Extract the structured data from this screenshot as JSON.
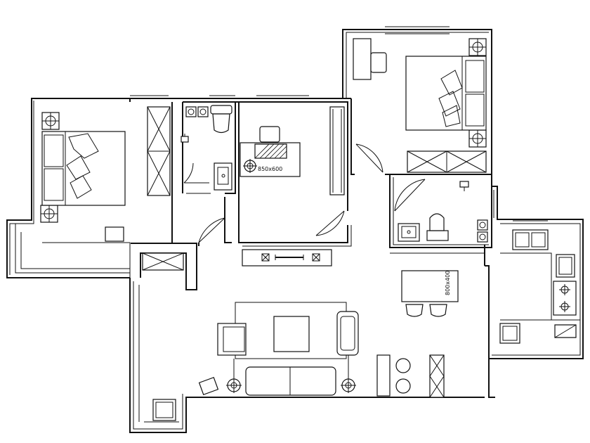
{
  "plan": {
    "desk_dimension_label": "850x600",
    "dining_table_label": "800x400"
  },
  "icons": {
    "lamp": "target-lamp-symbol",
    "bed": "double-bed",
    "sofa": "sofa",
    "wardrobe": "wardrobe-cross",
    "stove": "gas-stove",
    "sink": "sink",
    "toilet": "toilet"
  }
}
